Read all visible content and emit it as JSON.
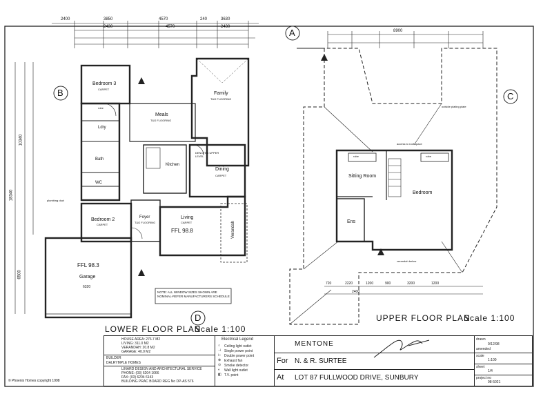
{
  "plans": {
    "lower_title": "LOWER FLOOR PLAN",
    "lower_scale": "Scale 1:100",
    "upper_title": "UPPER FLOOR PLAN",
    "upper_scale": "Scale 1:100"
  },
  "markers": [
    "A",
    "B",
    "C",
    "D"
  ],
  "lower_rooms": {
    "bedroom3": "Bedroom 3",
    "bedroom3_floor": "CARPET",
    "family": "Family",
    "family_floor": "T&G FLOORING",
    "meals": "Meals",
    "meals_floor": "T&G FLOORING",
    "ldry": "Ldry",
    "bath": "Bath",
    "wc": "WC",
    "kitchen": "Kitchen",
    "dining": "Dining",
    "dining_floor": "CARPET",
    "bedroom2": "Bedroom 2",
    "bedroom2_floor": "CARPET",
    "foyer": "Foyer",
    "foyer_floor": "T&G FLOORING",
    "living": "Living",
    "living_floor": "CARPET",
    "ffl_living": "FFL 98.8",
    "verandah": "Verandah",
    "garage": "Garage",
    "ffl_garage": "FFL 98.3",
    "garage_dim": "6320",
    "robe": "robe",
    "denotes": "DENOTES UPPER LEVEL",
    "plumbing": "plumbing duct",
    "note": "NOTE: ALL WINDOW SIZES SHOWN ARE NOMINAL-REFER MANUFACTURERS SCHEDULE"
  },
  "upper_rooms": {
    "sitting": "Sitting Room",
    "bedroom": "Bedroom",
    "ens": "Ens",
    "verandah_below": "verandah below",
    "robe": "robe",
    "access": "access to roof space",
    "outside_plate": "outside plating plate"
  },
  "dims_top_lower": [
    "2400",
    "3850",
    "4570",
    "240",
    "3630"
  ],
  "dims_top_lower2": [
    "2430",
    "4570",
    "2430"
  ],
  "dims_top_upper": [
    "8900"
  ],
  "dims_bottom_upper": [
    "720",
    "2220",
    "1200",
    "900",
    "3200",
    "1200",
    "2400"
  ],
  "dims_left_lower": [
    "6500",
    "10340",
    "18340"
  ],
  "title_block": {
    "house_area": "HOUSE AREA: 276.7 M2",
    "living": "LIVING: 311.0 M2",
    "verandah": "VERANDAH: 20.8 M2",
    "garage": "GARAGE: 40.0 M2",
    "builder_label": "BUILDER",
    "builder": "DALRYMPLE HOMES",
    "designer": "LINARD DESIGN AND ARCHITECTURAL SERVICE",
    "phone": "PHONE: (03) 6204 1066",
    "fax": "FAX: (03) 6204 6143",
    "reg": "BUILDING PRAC BOARD REG No DP-AS 576",
    "legend_title": "Electrical Legend",
    "legend": [
      "Ceiling light outlet",
      "Single power point",
      "Double power point",
      "Exhaust fan",
      "Smoke detector",
      "Wall light outlet",
      "T.V. point"
    ],
    "project": "MENTONE",
    "for_label": "For",
    "for_value": "N. & R. SURTEE",
    "at_label": "At",
    "at_value": "LOT 87 FULLWOOD DRIVE, SUNBURY",
    "drawn_label": "drawn",
    "drawn_date": "9/12/98",
    "amended": "amended",
    "scale_label": "scale",
    "scale_value": "1:100",
    "sheet_label": "sheet",
    "sheet_value": "1/4",
    "project_no_label": "project no",
    "project_no": "98-5021",
    "copyright": "© Phoenix Homes copyright 1998"
  }
}
